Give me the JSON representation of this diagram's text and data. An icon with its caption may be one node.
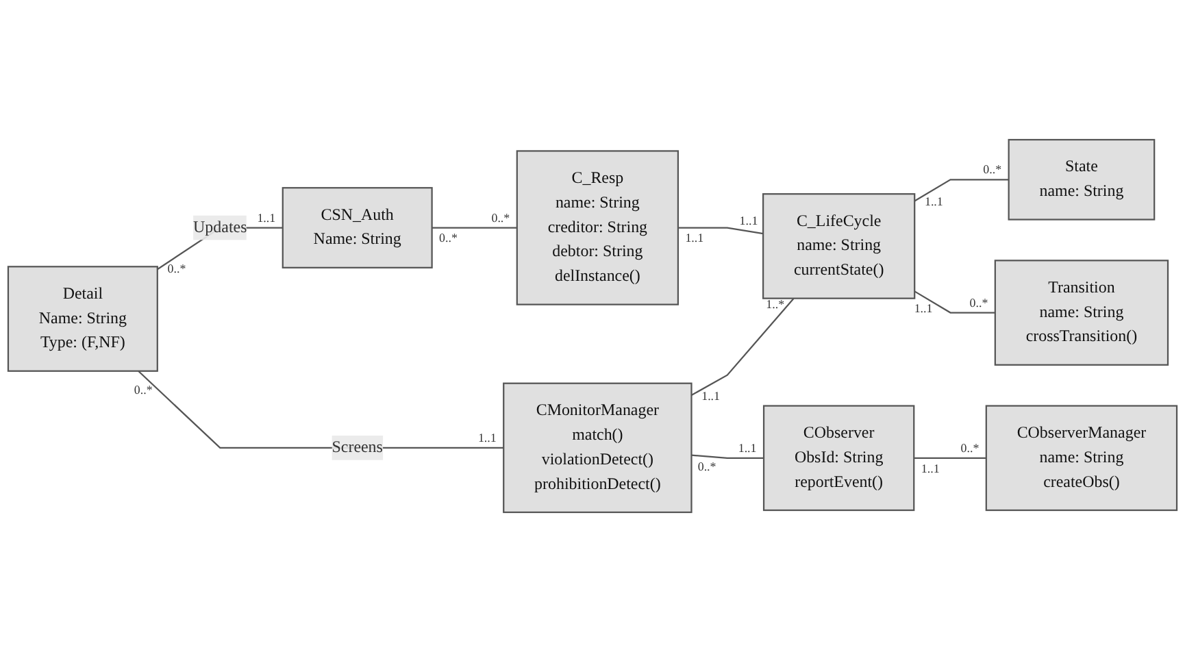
{
  "diagram": {
    "nodes": [
      {
        "text": [
          "CSN_Auth",
          "Name: String"
        ]
      },
      {
        "text": [
          "C_Resp",
          "name: String",
          "creditor: String",
          "debtor: String",
          "delInstance()"
        ]
      },
      {
        "text": [
          "Detail",
          "Name: String",
          "Type: (F,NF)"
        ]
      },
      {
        "text": [
          "State",
          "name: String"
        ]
      },
      {
        "text": [
          "CMonitorManager",
          "match()",
          "violationDetect()",
          "prohibitionDetect()"
        ]
      },
      {
        "text": [
          "C_LifeCycle",
          "name: String",
          "currentState()"
        ]
      },
      {
        "text": [
          "Transition",
          "name: String",
          "crossTransition()"
        ]
      },
      {
        "text": [
          "CObserver",
          "ObsId: String",
          "reportEvent()"
        ]
      },
      {
        "text": [
          "CObserverManager",
          "name: String",
          "createObs()"
        ]
      }
    ],
    "edges": [
      {
        "from": 2,
        "to": 0,
        "arrow": "none",
        "label": "Updates"
      },
      {
        "from": 2,
        "to": 4,
        "arrow": "none",
        "label": "Screens"
      },
      {
        "from": 0,
        "to": 1,
        "arrow": "none"
      },
      {
        "from": 1,
        "to": 5,
        "arrow": "none"
      },
      {
        "from": 4,
        "to": 5,
        "arrow": "none"
      },
      {
        "from": 5,
        "to": 3,
        "arrow": "none"
      },
      {
        "from": 5,
        "to": 6,
        "arrow": "none"
      },
      {
        "from": 4,
        "to": 7,
        "arrow": "none"
      },
      {
        "from": 7,
        "to": 8,
        "arrow": "none"
      }
    ],
    "labels": [
      "0..*",
      "0..*",
      "1..1",
      "0..*",
      "1..1",
      "0..*",
      "0..*",
      "1..1",
      "1..1",
      "1..1",
      "1..1",
      "1..*",
      "1..1",
      "0..*",
      "0..*",
      "1..1",
      "1..1",
      "0..*"
    ]
  }
}
